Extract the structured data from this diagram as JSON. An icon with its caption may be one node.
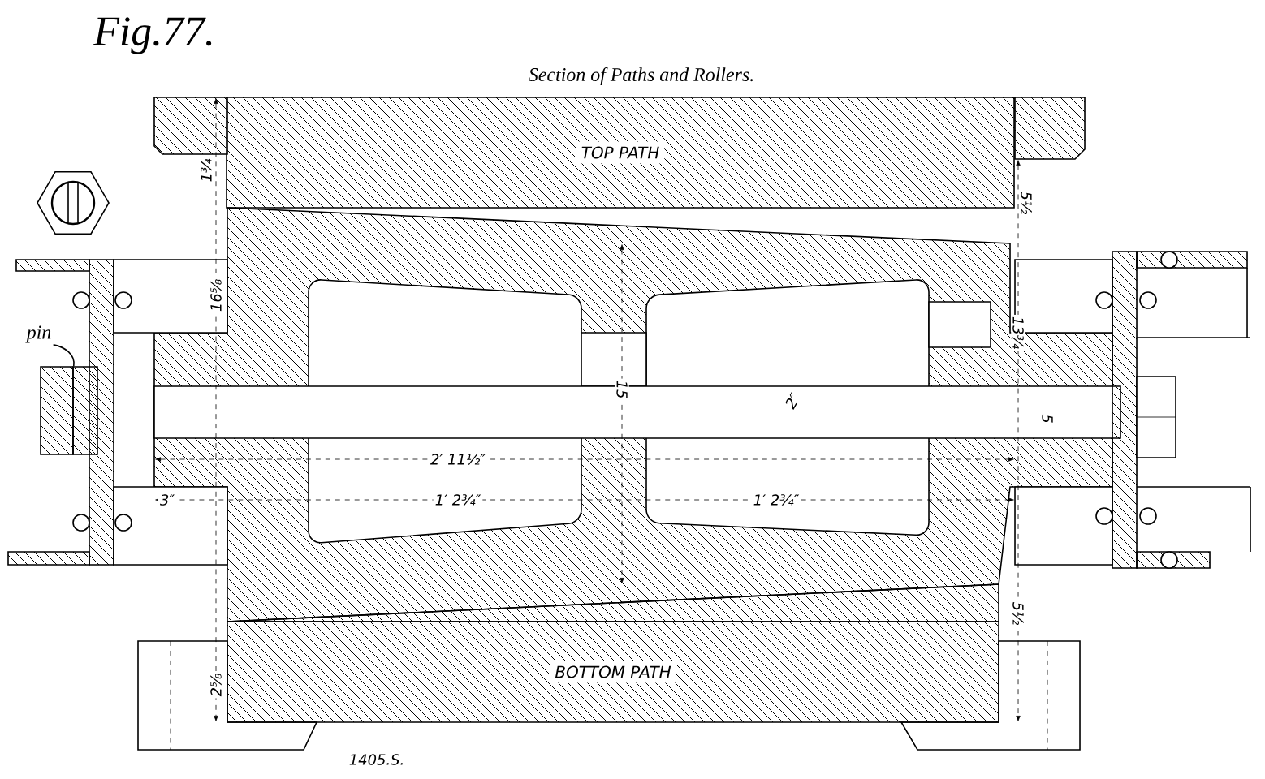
{
  "diagram": {
    "title": "Section of Paths and Rollers.",
    "nodes": [
      {
        "text": [
          "TOP PATH"
        ]
      },
      {
        "text": [
          "BOTTOM PATH"
        ]
      },
      {
        "text": [
          "pin"
        ]
      },
      {
        "text": [],
        "shape": "box"
      }
    ],
    "edges": [
      {
        "from": 2,
        "to": 3,
        "arrow": "none"
      }
    ],
    "labels": [
      "Fig.77.",
      "1¾",
      "5½",
      "16⅝",
      "13¾",
      "15",
      "2″",
      "5",
      "2′ 11½″",
      "3″",
      "1′ 2¾″",
      "1′ 2¾″",
      "5½",
      "2⅝",
      "1405.S."
    ]
  }
}
